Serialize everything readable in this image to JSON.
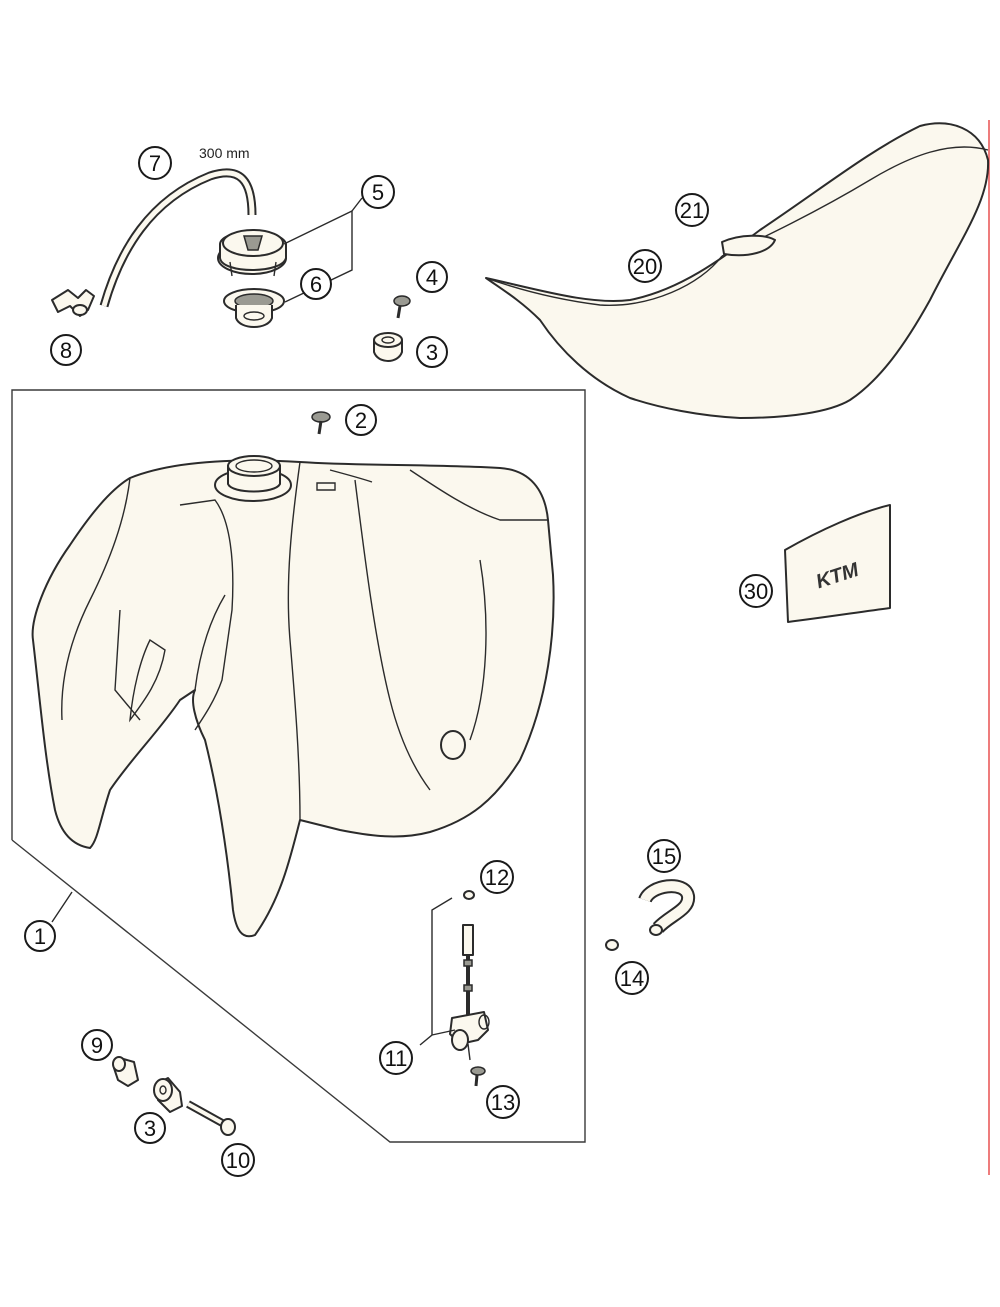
{
  "diagram": {
    "dimension_label": "300 mm",
    "logo_text": "KTM",
    "callouts": [
      {
        "id": "c1",
        "label": "1"
      },
      {
        "id": "c2",
        "label": "2"
      },
      {
        "id": "c3a",
        "label": "3"
      },
      {
        "id": "c3b",
        "label": "3"
      },
      {
        "id": "c4",
        "label": "4"
      },
      {
        "id": "c5",
        "label": "5"
      },
      {
        "id": "c6",
        "label": "6"
      },
      {
        "id": "c7",
        "label": "7"
      },
      {
        "id": "c8",
        "label": "8"
      },
      {
        "id": "c9",
        "label": "9"
      },
      {
        "id": "c10",
        "label": "10"
      },
      {
        "id": "c11",
        "label": "11"
      },
      {
        "id": "c12",
        "label": "12"
      },
      {
        "id": "c13",
        "label": "13"
      },
      {
        "id": "c14",
        "label": "14"
      },
      {
        "id": "c15",
        "label": "15"
      },
      {
        "id": "c20",
        "label": "20"
      },
      {
        "id": "c21",
        "label": "21"
      },
      {
        "id": "c30",
        "label": "30"
      }
    ]
  }
}
